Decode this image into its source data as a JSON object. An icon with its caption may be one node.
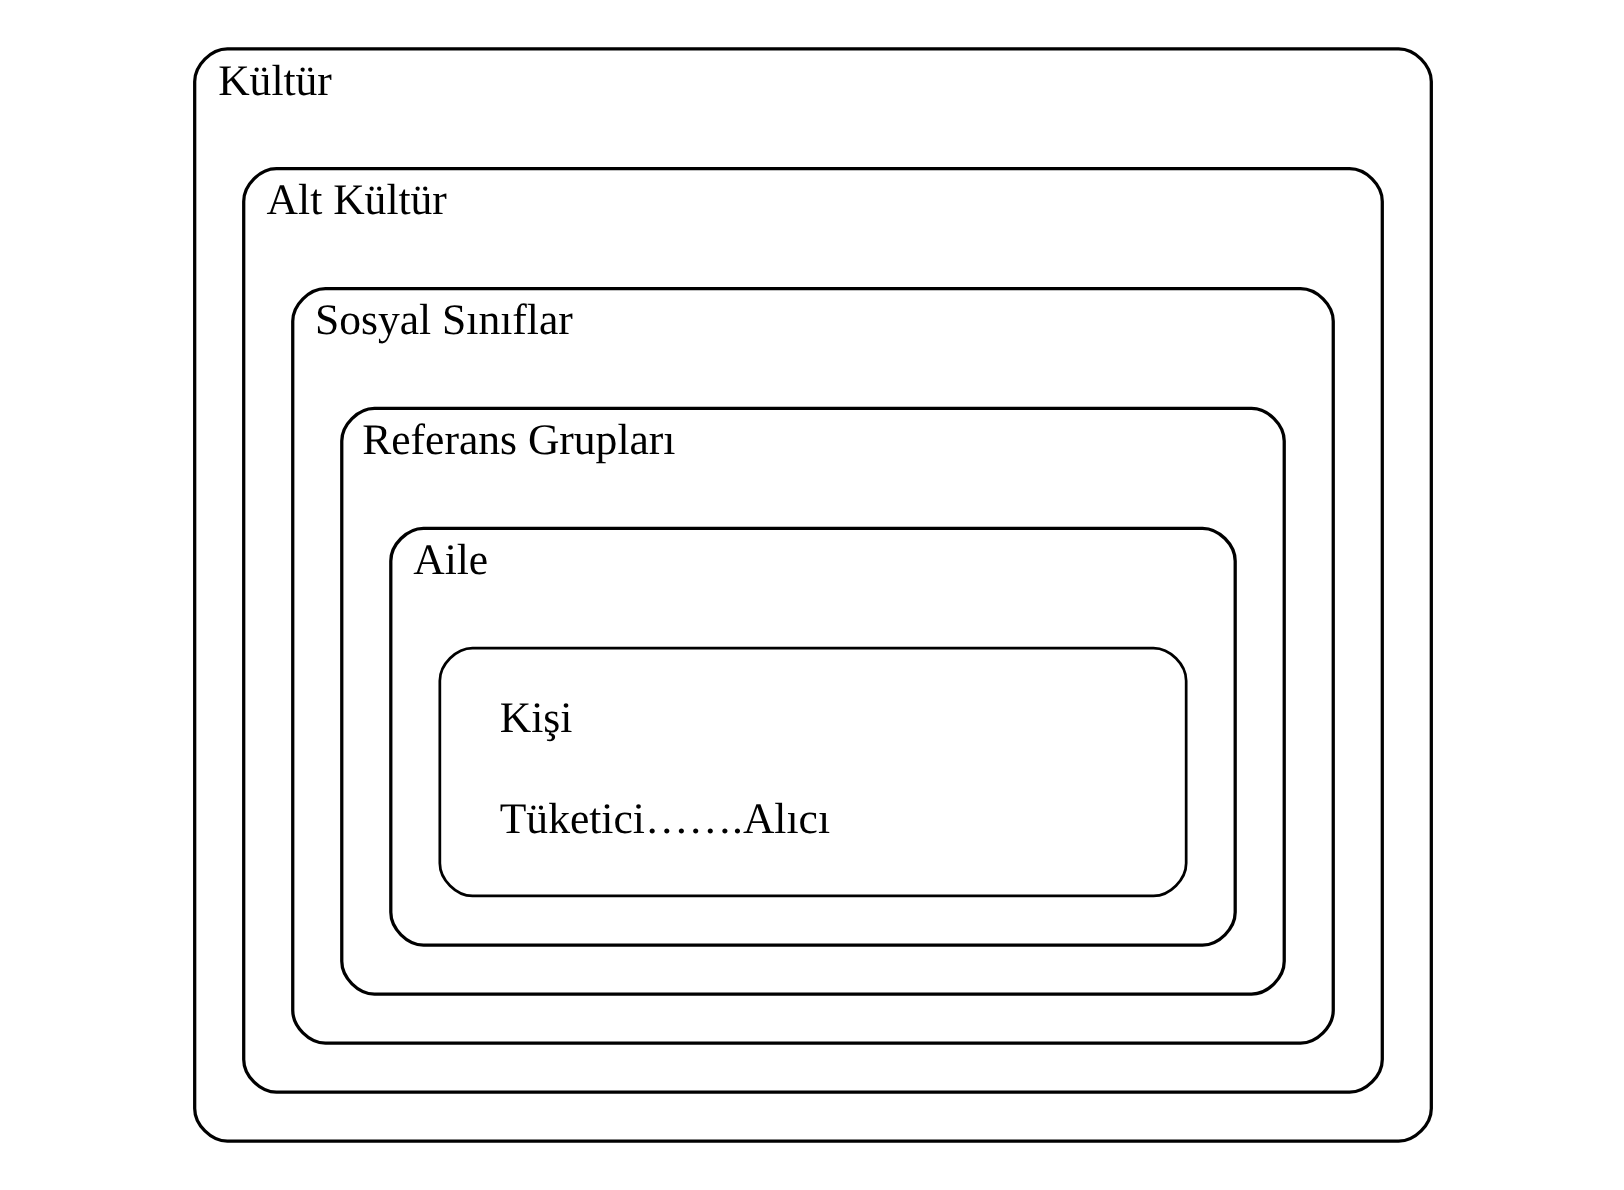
{
  "diagram": {
    "nodes": [
      {
        "text": [
          "Kültür"
        ]
      },
      {
        "text": [
          "Alt Kültür"
        ],
        "in": 0
      },
      {
        "text": [
          "Sosyal Sınıflar"
        ],
        "in": 1
      },
      {
        "text": [
          "Referans Grupları"
        ],
        "in": 2
      },
      {
        "text": [
          "Aile"
        ],
        "in": 3
      },
      {
        "text": [
          "Kişi",
          "Tüketici…….Alıcı"
        ],
        "in": 4
      }
    ]
  }
}
